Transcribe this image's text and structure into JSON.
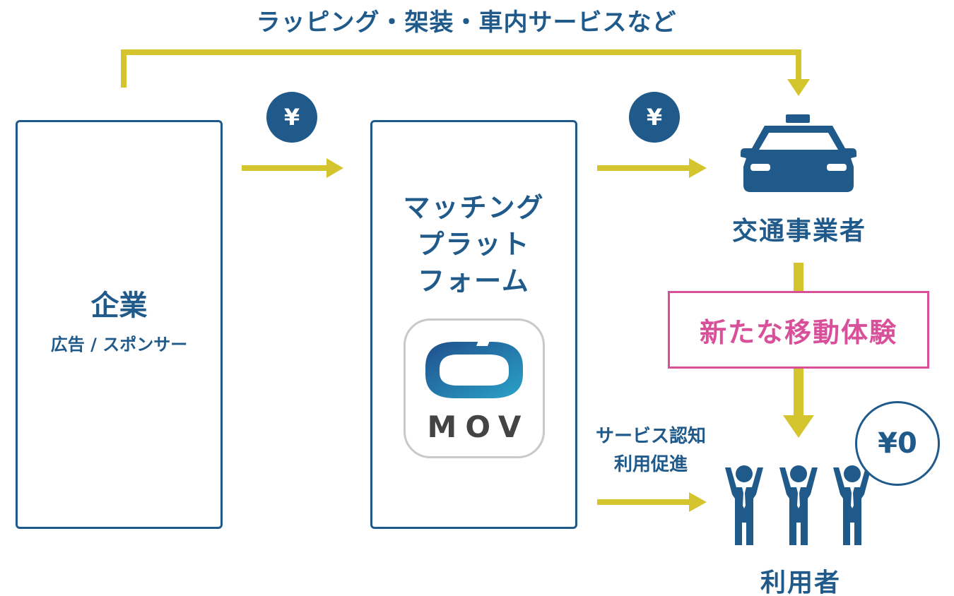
{
  "top_flow": {
    "label": "ラッピング・架装・車内サービスなど"
  },
  "company": {
    "title": "企業",
    "subtitle": "広告 / スポンサー"
  },
  "payments": {
    "symbol": "¥"
  },
  "platform": {
    "title_lines": [
      "マッチング",
      "プラット",
      "フォーム"
    ],
    "app_name": "MOV"
  },
  "operator": {
    "label": "交通事業者",
    "icon": "taxi-icon"
  },
  "experience": {
    "label": "新たな移動体験"
  },
  "awareness": {
    "lines": [
      "サービス認知",
      "利用促進"
    ]
  },
  "users": {
    "label": "利用者",
    "price": "¥0",
    "icon": "people-icon"
  },
  "colors": {
    "navy": "#1f5a8a",
    "arrow_yellow": "#d4c52f",
    "pink": "#d9509a",
    "icon_border": "#c9c9c9"
  }
}
